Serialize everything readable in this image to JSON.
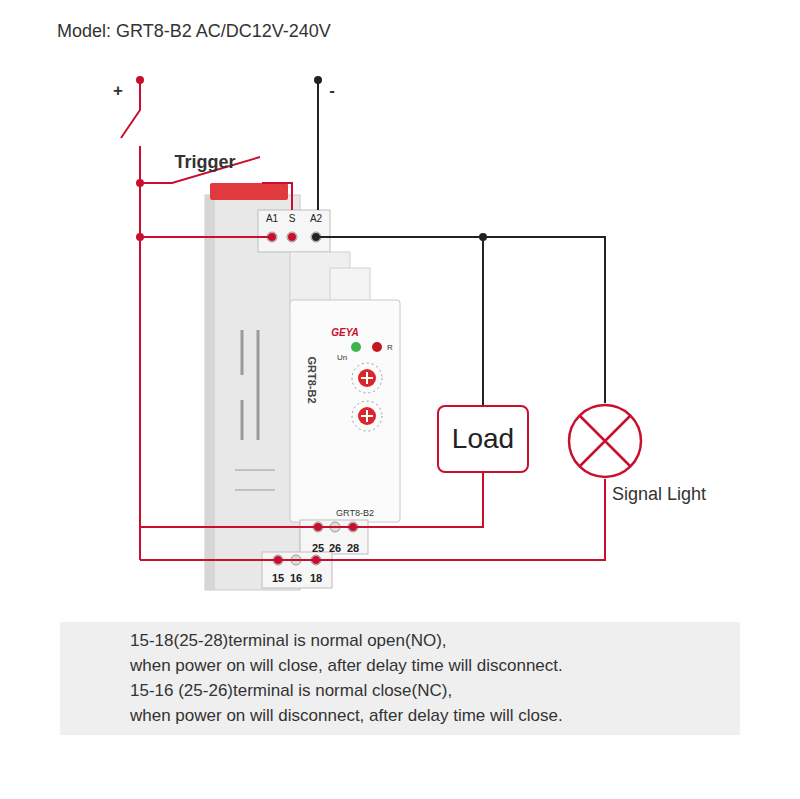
{
  "diagram": {
    "title": "Model: GRT8-B2 AC/DC12V-240V",
    "nodes": [
      {
        "text": [
          "GEYA",
          "GRT8-B2",
          "Un",
          "R",
          "GRT8-B2",
          "A1",
          "S",
          "A2",
          "25",
          "26",
          "28",
          "15",
          "16",
          "18"
        ]
      },
      {
        "text": [
          "Load"
        ]
      },
      {
        "text": [
          "Signal Light"
        ]
      }
    ],
    "edges": [
      {
        "from": 0,
        "to": 1,
        "arrow": "none"
      },
      {
        "from": 0,
        "to": 1,
        "arrow": "none"
      },
      {
        "from": 0,
        "to": 2,
        "arrow": "none"
      },
      {
        "from": 0,
        "to": 2,
        "arrow": "none"
      }
    ],
    "labels": [
      "+",
      "-",
      "Trigger",
      "15-18(25-28)terminal is normal open(NO),",
      "when power on will close, after delay time will disconnect.",
      "15-16 (25-26)terminal is normal close(NC),",
      "when power on will disconnect, after delay time will close."
    ]
  }
}
